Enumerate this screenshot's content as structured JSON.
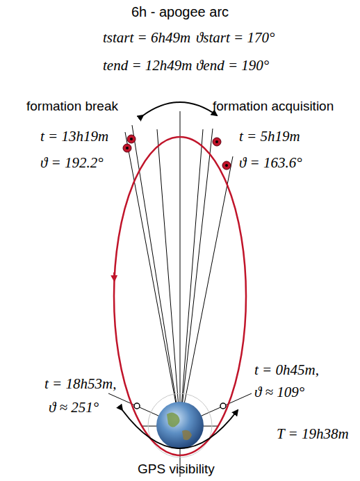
{
  "diagram": {
    "title": "6h - apogee arc",
    "labels": [
      "tstart = 6h49m",
      "ϑstart = 170°",
      "tend = 12h49m",
      "ϑend = 190°",
      "formation break",
      "formation acquisition",
      "t = 13h19m",
      "ϑ = 192.2°",
      "t = 5h19m",
      "ϑ = 163.6°",
      "t = 18h53m,",
      "ϑ ≈ 251°",
      "t = 0h45m,",
      "ϑ ≈ 109°",
      "T = 19h38m",
      "GPS visibility"
    ]
  }
}
